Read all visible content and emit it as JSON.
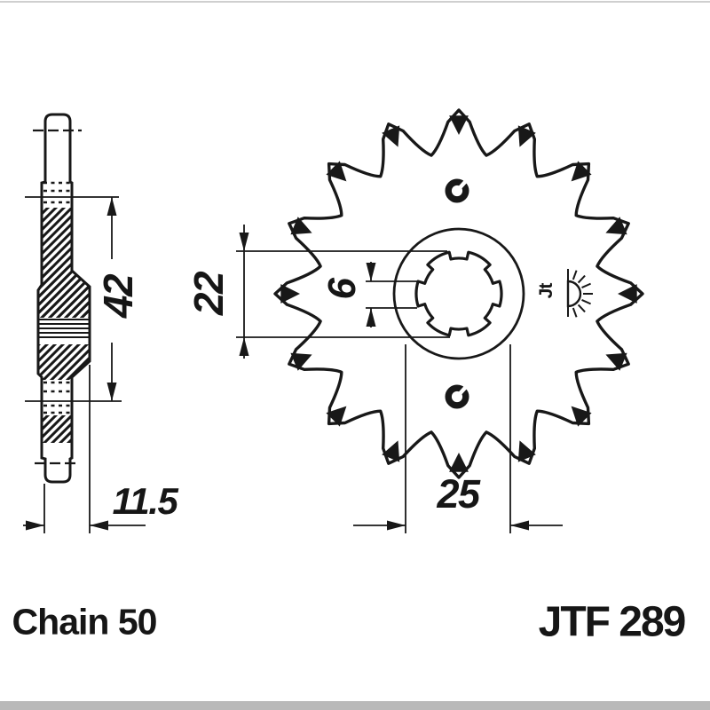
{
  "product": {
    "part_number": "JTF 289",
    "chain_label": "Chain 50",
    "brand_mark": "Jt"
  },
  "dimensions": {
    "bore_region_height": "42",
    "bore_diameter": "22",
    "spline_groove_width": "6",
    "boss_diameter": "25",
    "overall_width": "11.5"
  },
  "drawing": {
    "teeth_count": 16,
    "spline_notch_count": 6,
    "rivet_hole_count": 2,
    "ink_color": "#181818",
    "frame_color": "#b9b9b9",
    "background": "#ffffff"
  }
}
